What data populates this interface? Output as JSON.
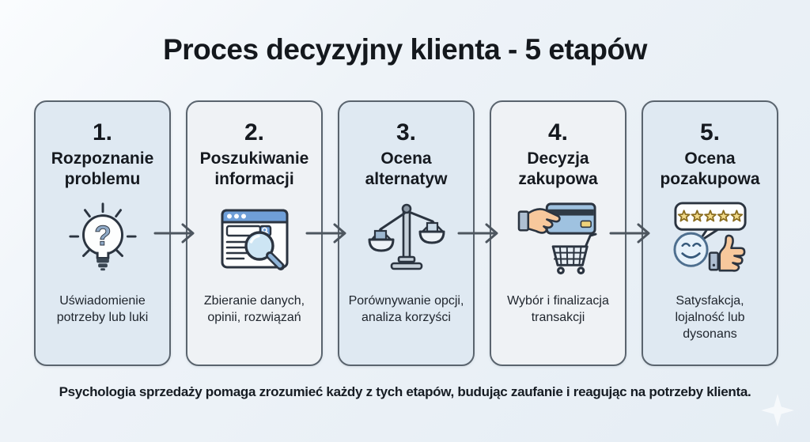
{
  "header": {
    "title": "Proces decyzyjny klienta - 5 etapów"
  },
  "stages": [
    {
      "number": "1.",
      "name": "Rozpoznanie problemu",
      "description": "Uświadomienie potrzeby lub luki",
      "icon": "lightbulb-question-icon"
    },
    {
      "number": "2.",
      "name": "Poszukiwanie informacji",
      "description": "Zbieranie danych, opinii, rozwiązań",
      "icon": "browser-search-icon"
    },
    {
      "number": "3.",
      "name": "Ocena alternatyw",
      "description": "Porównywanie opcji, analiza korzyści",
      "icon": "balance-scale-icon"
    },
    {
      "number": "4.",
      "name": "Decyzja zakupowa",
      "description": "Wybór i finalizacja transakcji",
      "icon": "credit-card-cart-icon"
    },
    {
      "number": "5.",
      "name": "Ocena pozakupowa",
      "description": "Satysfakcja, lojalność lub dysonans",
      "icon": "five-star-review-smiley-thumbs-up-icon"
    }
  ],
  "footer": {
    "text": "Psychologia sprzedaży pomaga zrozumieć każdy z tych etapów, budując zaufanie i reagując na potrzeby klienta."
  },
  "icons": {
    "flow_connector": "arrow-right-icon",
    "watermark": "sparkle-watermark-icon"
  },
  "colors": {
    "background": "#eef3f8",
    "card_blue": "#dfe9f2",
    "card_light": "#eff2f5",
    "card_border": "#5a646e",
    "arrow": "#4d565f",
    "accent_blue": "#6f9fd8",
    "icon_outline": "#2b3440",
    "star_gold": "#f2db8b",
    "skin": "#f7c89c",
    "text": "#14181d"
  }
}
